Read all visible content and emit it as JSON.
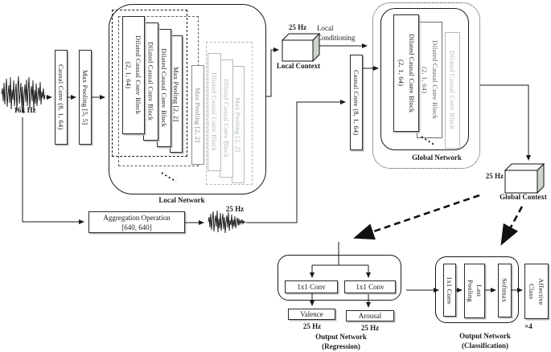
{
  "colors": {
    "ink": "#1a1a1a",
    "mid_gray": "#8a8a8a",
    "light_gray": "#aeb8ae",
    "cube_side": "#ccd4cc",
    "shadow": "#b8b8b8"
  },
  "input": {
    "signal_rate": "16k Hz",
    "causal_conv": "Causal Conv (8, 1, 64)",
    "max_pooling": "Max Pooling [5, 5]"
  },
  "local_network": {
    "caption": "Local Network",
    "front_group": {
      "block1_label": "Dilated Causal Conv Block",
      "block1_params": "(2, 1, 64)",
      "block2_label": "Dilated Causal Conv Block",
      "block3_label": "Dilated Causal Conv Block",
      "max_pooling": "Max Pooling [2, 2]"
    },
    "middle_group": {
      "max_pooling": "Max Pooling [2, 2]"
    },
    "back_group": {
      "block1_label": "Dilated Causal Conv Block",
      "block2_label": "Dilated Causal Conv Block",
      "max_pooling": "Max Pooling [2, 2]"
    }
  },
  "local_context": {
    "rate": "25 Hz",
    "caption": "Local Context",
    "conditioning_word1": "Local",
    "conditioning_word2": "Conditioning"
  },
  "aggregation": {
    "title": "Aggregation Operation",
    "params": "[640, 640]",
    "rate": "25 Hz"
  },
  "global_branch": {
    "causal_conv": "Causal Conv (8, 1, 64)"
  },
  "global_network": {
    "caption": "Global Network",
    "block1_label": "Dilated Causal Conv Block",
    "block1_params": "(2, 1, 64)",
    "block2_label": "Dilated Causal Conv Block",
    "block2_params": "(2, 1, 64)",
    "block3_label": "Dilated Causal Conv Block"
  },
  "global_context": {
    "rate": "25 Hz",
    "caption": "Global Context"
  },
  "regression_network": {
    "conv_left": "1x1 Conv",
    "conv_right": "1x1 Conv",
    "valence": "Valence",
    "valence_rate": "25 Hz",
    "arousal": "Arousal",
    "arousal_rate": "25 Hz",
    "caption_line1": "Output Network",
    "caption_line2": "(Regression)"
  },
  "classification_network": {
    "conv": "1x1 Conv",
    "pooling_word1": "Last",
    "pooling_word2": "Pooling",
    "softmax": "Softmax",
    "output_word1": "Affective",
    "output_word2": "Class",
    "multiplier": "×4",
    "caption_line1": "Output Network",
    "caption_line2": "(Classification)"
  }
}
